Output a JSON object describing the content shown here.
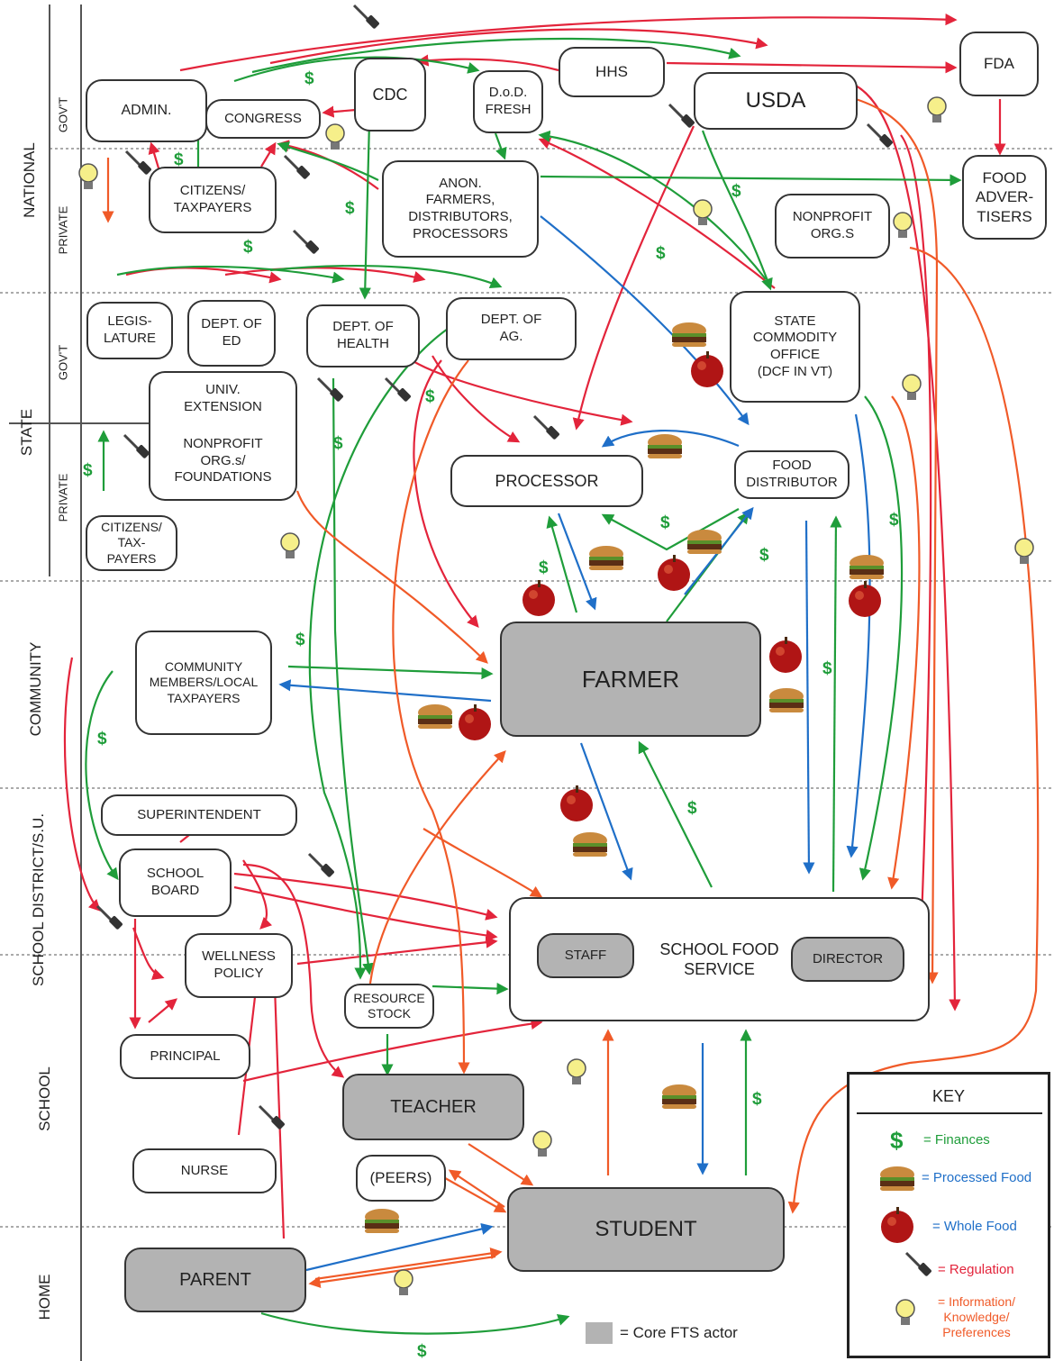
{
  "colors": {
    "finances": "#1f9d3a",
    "processed_food": "#1f6fc8",
    "whole_food": "#1f6fc8",
    "regulation": "#e3243b",
    "information": "#f05a28",
    "core_actor_fill": "#b3b3b3"
  },
  "levels": {
    "national": "NATIONAL",
    "national_govt": "GOV'T",
    "national_private": "PRIVATE",
    "state": "STATE",
    "state_govt": "GOV'T",
    "state_private": "PRIVATE",
    "community": "COMMUNITY",
    "school_district": "SCHOOL DISTRICT/S.U.",
    "school": "SCHOOL",
    "home": "HOME"
  },
  "actors": {
    "admin": "ADMIN.",
    "congress": "CONGRESS",
    "cdc": "CDC",
    "dod_fresh": "D.o.D.\nFRESH",
    "hhs": "HHS",
    "usda": "USDA",
    "fda": "FDA",
    "citizens_national": "CITIZENS/\nTAXPAYERS",
    "anon_farmers": "ANON.\nFARMERS,\nDISTRIBUTORS,\nPROCESSORS",
    "nonprofit_national": "NONPROFIT\nORG.S",
    "food_advertisers": "FOOD\nADVER-\nTISERS",
    "legislature": "LEGIS-\nLATURE",
    "dept_ed": "DEPT. OF\nED",
    "dept_health": "DEPT. OF\nHEALTH",
    "dept_ag": "DEPT. OF\nAG.",
    "state_commodity": "STATE\nCOMMODITY\nOFFICE\n(DCF IN VT)",
    "univ_extension": "UNIV.\nEXTENSION",
    "nonprofit_state": "NONPROFIT\nORG.s/\nFOUNDATIONS",
    "processor": "PROCESSOR",
    "food_distributor": "FOOD\nDISTRIBUTOR",
    "citizens_state": "CITIZENS/\nTAX-PAYERS",
    "community_members": "COMMUNITY\nMEMBERS/LOCAL\nTAXPAYERS",
    "farmer": "FARMER",
    "superintendent": "SUPERINTENDENT",
    "school_board": "SCHOOL\nBOARD",
    "wellness_policy": "WELLNESS\nPOLICY",
    "resource_stock": "RESOURCE\nSTOCK",
    "school_food_service": "SCHOOL FOOD\nSERVICE",
    "staff": "STAFF",
    "director": "DIRECTOR",
    "principal": "PRINCIPAL",
    "teacher": "TEACHER",
    "nurse": "NURSE",
    "peers": "(PEERS)",
    "student": "STUDENT",
    "parent": "PARENT"
  },
  "key": {
    "title": "KEY",
    "finances": "= Finances",
    "processed_food": "= Processed Food",
    "whole_food": "= Whole Food",
    "regulation": "= Regulation",
    "information": "= Information/\nKnowledge/\nPreferences",
    "dollar_symbol": "$"
  },
  "core_legend": "= Core FTS actor",
  "icons": {
    "finances": "dollar-sign",
    "processed_food": "hamburger-icon",
    "whole_food": "apple-icon",
    "regulation": "gavel-icon",
    "information": "lightbulb-icon"
  }
}
